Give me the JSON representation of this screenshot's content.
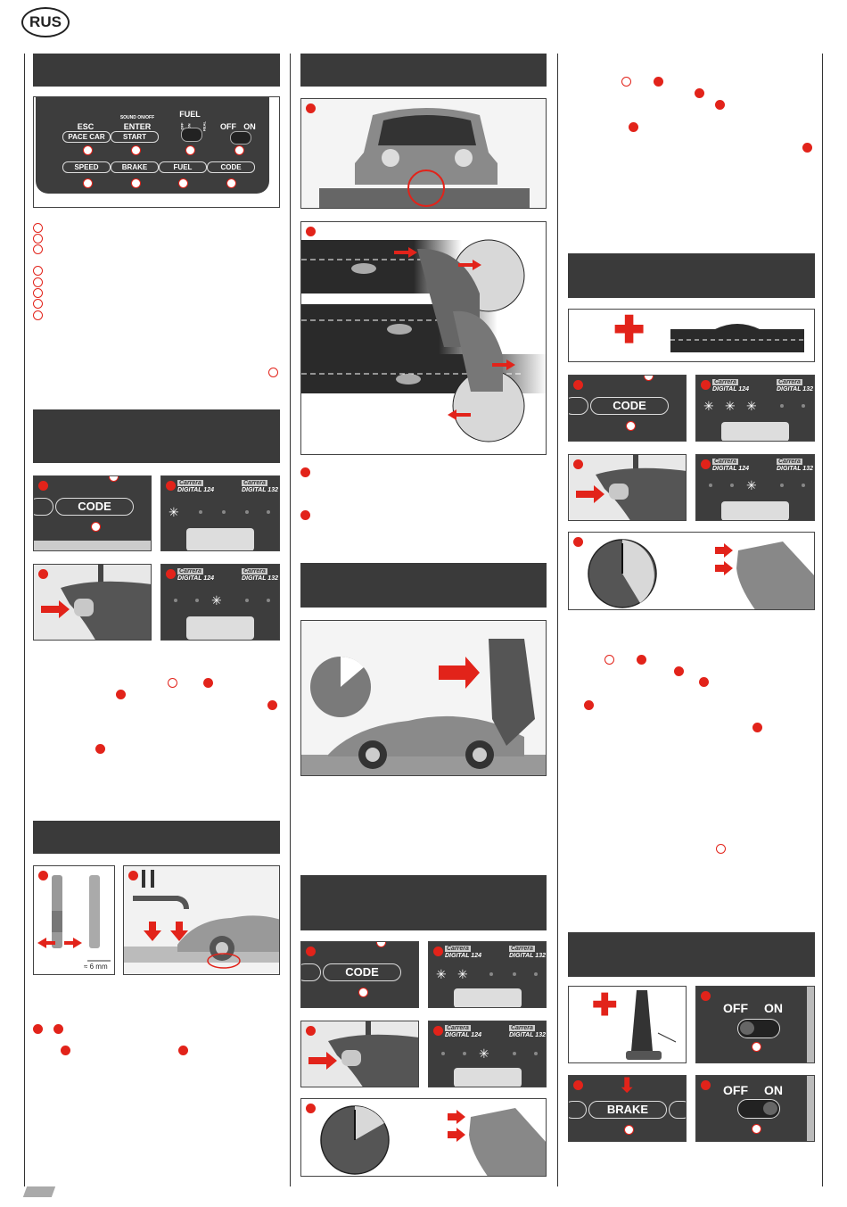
{
  "page": {
    "language_badge": "RUS"
  },
  "control_panel": {
    "top_labels": {
      "esc": "ESC",
      "sound": "SOUND ON/OFF",
      "enter": "ENTER",
      "fuel": "FUEL",
      "off": "OFF",
      "on": "ON"
    },
    "switch_labels": {
      "off": "OFF",
      "on": "ON",
      "real": "REAL"
    },
    "buttons_row1": [
      "PACE CAR",
      "START"
    ],
    "buttons_row2": [
      "SPEED",
      "BRAKE",
      "FUEL",
      "CODE"
    ]
  },
  "widgets": {
    "code_label": "CODE",
    "brake_label": "BRAKE",
    "brand_top": "Carrera",
    "brand_left": "DIGITAL 124",
    "brand_right": "DIGITAL 132",
    "off_label": "OFF",
    "on_label": "ON",
    "guide_size": "≈ 6 mm"
  },
  "colors": {
    "accent_red": "#e2231a",
    "panel_dark": "#3d3d3d",
    "header_dark": "#3a3a3a"
  }
}
